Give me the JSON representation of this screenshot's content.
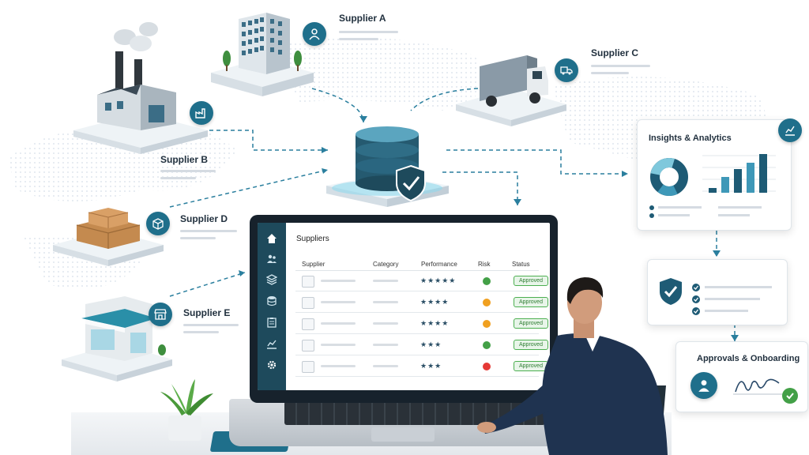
{
  "suppliers": {
    "a": {
      "label": "Supplier A"
    },
    "b": {
      "label": "Supplier B"
    },
    "c": {
      "label": "Supplier C"
    },
    "d": {
      "label": "Supplier D"
    },
    "e": {
      "label": "Supplier E"
    }
  },
  "dashboard": {
    "title": "Suppliers",
    "columns": [
      "Supplier",
      "Category",
      "Performance",
      "Risk",
      "Status"
    ],
    "rows": [
      {
        "stars": "★★★★★",
        "risk_color": "#43a047",
        "status": "Approved"
      },
      {
        "stars": "★★★★",
        "risk_color": "#f0a020",
        "status": "Approved"
      },
      {
        "stars": "★★★★",
        "risk_color": "#f0a020",
        "status": "Approved"
      },
      {
        "stars": "★★★",
        "risk_color": "#43a047",
        "status": "Approved"
      },
      {
        "stars": "★★★",
        "risk_color": "#e53935",
        "status": "Approved"
      }
    ],
    "sidebar_icons": [
      "home-icon",
      "users-icon",
      "layers-icon",
      "database-icon",
      "clipboard-icon",
      "chart-icon",
      "gear-icon"
    ]
  },
  "insights": {
    "title": "Insights & Analytics"
  },
  "approvals": {
    "title": "Approvals & Onboarding"
  },
  "colors": {
    "accent": "#1f6f8b",
    "dark_accent": "#1e4a5c",
    "approved": "#2e7d32"
  }
}
